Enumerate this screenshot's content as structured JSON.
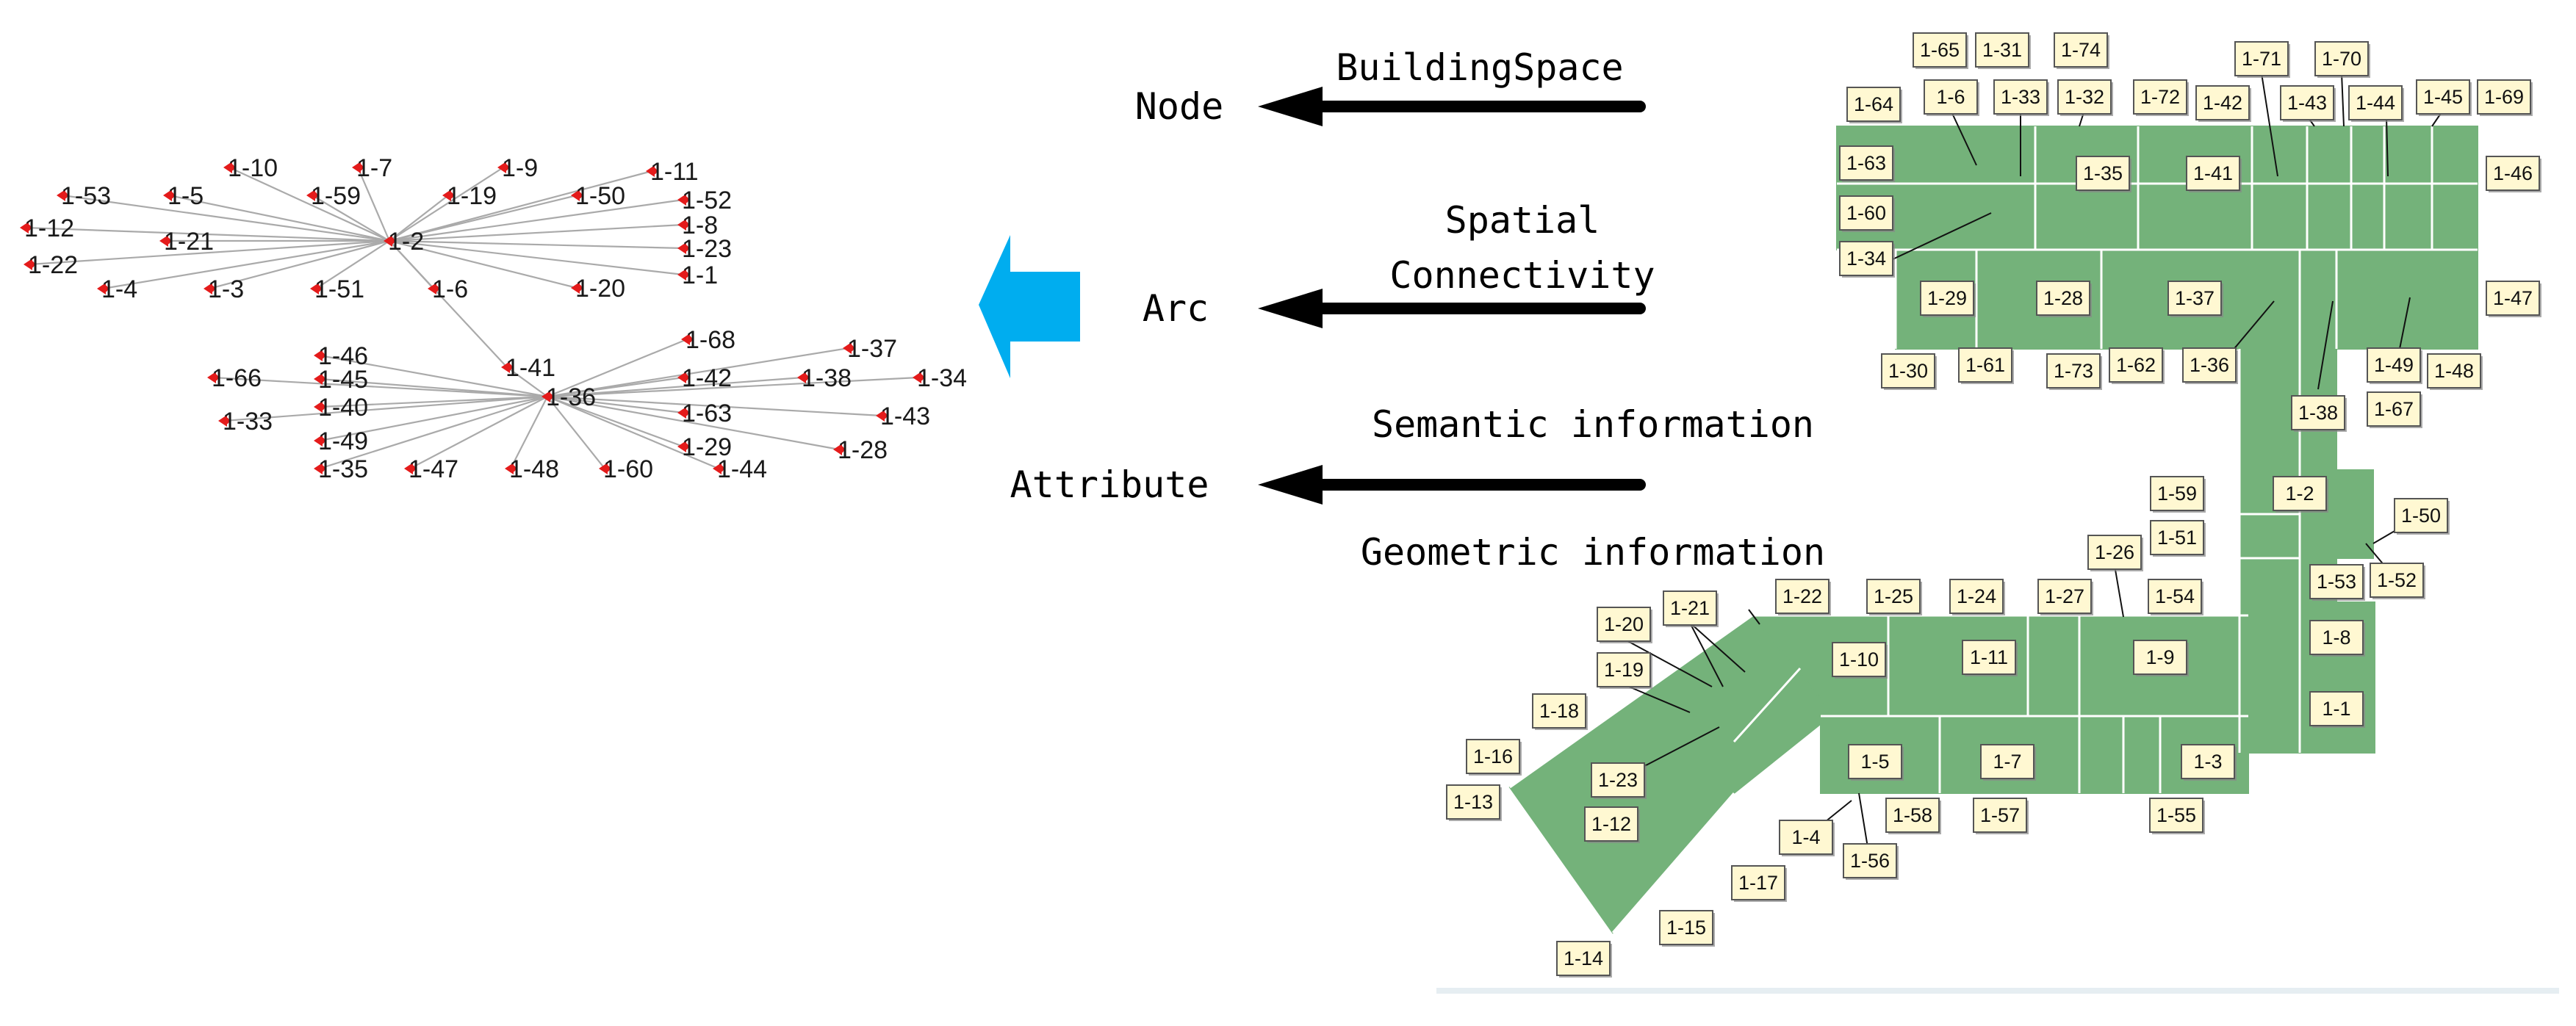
{
  "network": {
    "hub_upper": "1-2",
    "hub_lower": "1-36",
    "nodes_upper": [
      "1-53",
      "1-5",
      "1-10",
      "1-59",
      "1-7",
      "1-9",
      "1-19",
      "1-11",
      "1-50",
      "1-52",
      "1-8",
      "1-23",
      "1-1",
      "1-20",
      "1-12",
      "1-21",
      "1-22",
      "1-4",
      "1-3",
      "1-51",
      "1-6"
    ],
    "nodes_lower": [
      "1-41",
      "1-46",
      "1-45",
      "1-40",
      "1-49",
      "1-35",
      "1-47",
      "1-48",
      "1-60",
      "1-66",
      "1-33",
      "1-68",
      "1-42",
      "1-37",
      "1-34",
      "1-38",
      "1-63",
      "1-43",
      "1-29",
      "1-28",
      "1-44"
    ]
  },
  "mapping": [
    {
      "target": "Node",
      "source": [
        "BuildingSpace"
      ]
    },
    {
      "target": "Arc",
      "source": [
        "Spatial",
        "Connectivity"
      ]
    },
    {
      "target": "Attribute",
      "source": [
        "Semantic information",
        "Geometric information"
      ]
    }
  ],
  "floor_plan": {
    "rooms": [
      "1-65",
      "1-31",
      "1-74",
      "1-71",
      "1-70",
      "1-64",
      "1-6",
      "1-33",
      "1-32",
      "1-72",
      "1-42",
      "1-43",
      "1-44",
      "1-45",
      "1-69",
      "1-63",
      "1-35",
      "1-41",
      "1-46",
      "1-60",
      "1-34",
      "1-29",
      "1-28",
      "1-37",
      "1-47",
      "1-30",
      "1-61",
      "1-73",
      "1-62",
      "1-36",
      "1-49",
      "1-48",
      "1-67",
      "1-38",
      "1-59",
      "1-2",
      "1-50",
      "1-51",
      "1-26",
      "1-53",
      "1-52",
      "1-20",
      "1-21",
      "1-22",
      "1-25",
      "1-24",
      "1-27",
      "1-54",
      "1-8",
      "1-19",
      "1-10",
      "1-11",
      "1-9",
      "1-18",
      "1-1",
      "1-16",
      "1-5",
      "1-7",
      "1-3",
      "1-23",
      "1-13",
      "1-58",
      "1-57",
      "1-55",
      "1-12",
      "1-4",
      "1-56",
      "1-17",
      "1-15",
      "1-14"
    ]
  },
  "colors": {
    "floor_green": "#74b27a",
    "label_fill": "#fff8d2",
    "arrow_blue": "#00adef",
    "node_red": "#e41b1b",
    "edge_gray": "#aaaaaa"
  }
}
